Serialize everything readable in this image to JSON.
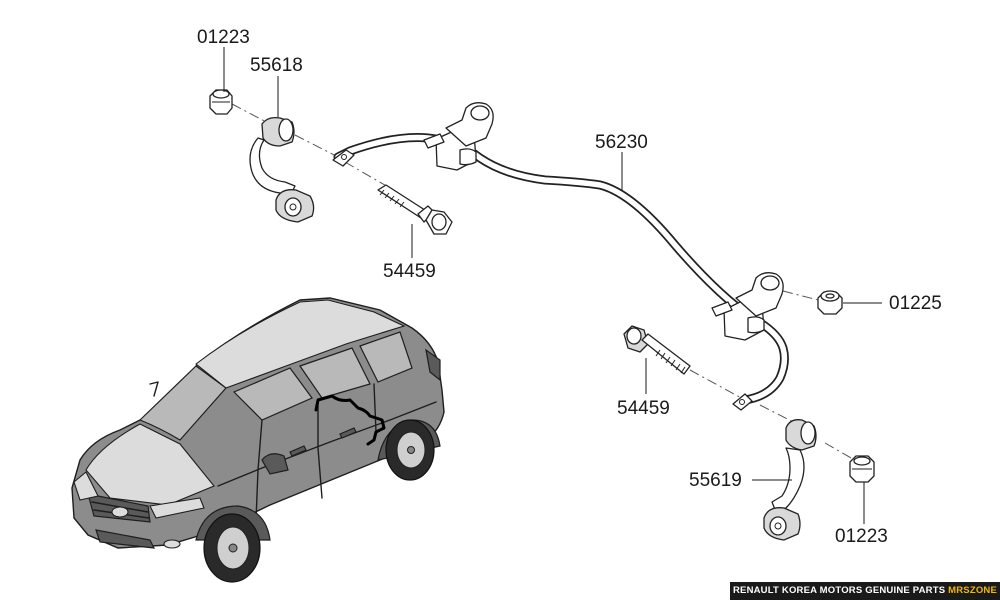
{
  "callouts": {
    "nut_top_left": "01223",
    "link_left": "55618",
    "bolt_top": "54459",
    "stabilizer_bar": "56230",
    "nut_right": "01225",
    "bolt_bottom": "54459",
    "link_right": "55619",
    "nut_bottom_right": "01223"
  },
  "footer": {
    "brand_text": "RENAULT KOREA MOTORS GENUINE PARTS",
    "site_text": "MRSZONE",
    "accent_color": "#f2b705"
  }
}
